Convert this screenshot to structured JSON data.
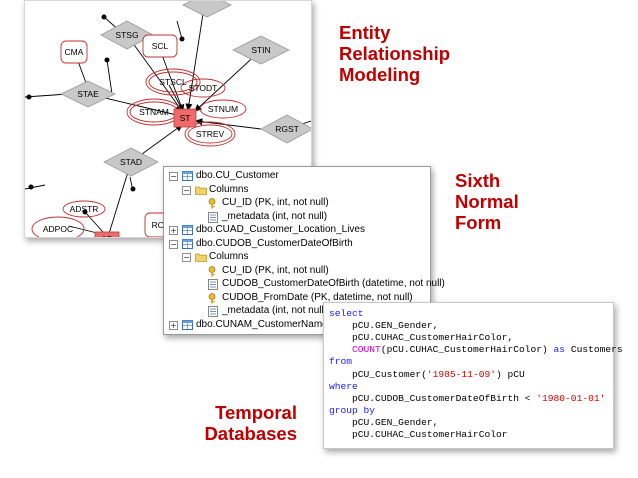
{
  "headings": {
    "er": [
      "Entity",
      "Relationship",
      "Modeling"
    ],
    "snf": [
      "Sixth",
      "Normal",
      "Form"
    ],
    "temporal": [
      "Temporal",
      "Databases"
    ]
  },
  "er_diagram": {
    "nodes": {
      "stsg": "STSG",
      "scl": "SCL",
      "cma": "CMA",
      "stin": "STIN",
      "stscl": "STSCL",
      "stodt": "STODT",
      "stae": "STAE",
      "stnam": "STNAM",
      "st": "ST",
      "stnum": "STNUM",
      "strev": "STREV",
      "rgst": "RGST",
      "stad": "STAD",
      "adstr": "ADSTR",
      "adpoc": "ADPOC",
      "ad": "AD",
      "ro": "RO"
    },
    "colors": {
      "anchor": "#f06a6a",
      "tie": "#c8c8c8",
      "attribute": "#c03030",
      "edge": "#000000"
    }
  },
  "object_tree": {
    "rows": [
      {
        "expander": "⊟",
        "icon": "table-icon",
        "label": "dbo.CU_Customer"
      },
      {
        "expander": "⊟",
        "icon": "folder-icon",
        "label": "Columns"
      },
      {
        "expander": "",
        "icon": "key-icon",
        "label": "CU_ID (PK, int, not null)"
      },
      {
        "expander": "",
        "icon": "column-icon",
        "label": "_metadata (int, not null)"
      },
      {
        "expander": "⊞",
        "icon": "table-icon",
        "label": "dbo.CUAD_Customer_Location_Lives"
      },
      {
        "expander": "⊟",
        "icon": "table-icon",
        "label": "dbo.CUDOB_CustomerDateOfBirth"
      },
      {
        "expander": "⊟",
        "icon": "folder-icon",
        "label": "Columns"
      },
      {
        "expander": "",
        "icon": "key-icon",
        "label": "CU_ID (PK, int, not null)"
      },
      {
        "expander": "",
        "icon": "column-icon",
        "label": "CUDOB_CustomerDateOfBirth (datetime, not null)"
      },
      {
        "expander": "",
        "icon": "key-icon",
        "label": "CUDOB_FromDate (PK, datetime, not null)"
      },
      {
        "expander": "",
        "icon": "column-icon",
        "label": "_metadata (int, not null)"
      },
      {
        "expander": "⊞",
        "icon": "table-icon",
        "label": "dbo.CUNAM_CustomerName"
      }
    ]
  },
  "sql_query": {
    "lines": [
      {
        "indent": "",
        "parts": [
          {
            "t": "kw",
            "s": "select"
          }
        ]
      },
      {
        "indent": "    ",
        "parts": [
          {
            "t": "plain",
            "s": "pCU.GEN_Gender,"
          }
        ]
      },
      {
        "indent": "    ",
        "parts": [
          {
            "t": "plain",
            "s": "pCU.CUHAC_CustomerHairColor,"
          }
        ]
      },
      {
        "indent": "    ",
        "parts": [
          {
            "t": "fn",
            "s": "COUNT"
          },
          {
            "t": "plain",
            "s": "(pCU.CUHAC_CustomerHairColor) "
          },
          {
            "t": "kw",
            "s": "as"
          },
          {
            "t": "plain",
            "s": " Customers"
          }
        ]
      },
      {
        "indent": "",
        "parts": [
          {
            "t": "kw",
            "s": "from"
          }
        ]
      },
      {
        "indent": "    ",
        "parts": [
          {
            "t": "plain",
            "s": "pCU_Customer("
          },
          {
            "t": "str",
            "s": "'1985-11-09'"
          },
          {
            "t": "plain",
            "s": ") pCU"
          }
        ]
      },
      {
        "indent": "",
        "parts": [
          {
            "t": "kw",
            "s": "where"
          }
        ]
      },
      {
        "indent": "    ",
        "parts": [
          {
            "t": "plain",
            "s": "pCU.CUDOB_CustomerDateOfBirth < "
          },
          {
            "t": "str",
            "s": "'1980-01-01'"
          }
        ]
      },
      {
        "indent": "",
        "parts": [
          {
            "t": "kw",
            "s": "group by"
          }
        ]
      },
      {
        "indent": "    ",
        "parts": [
          {
            "t": "plain",
            "s": "pCU.GEN_Gender,"
          }
        ]
      },
      {
        "indent": "    ",
        "parts": [
          {
            "t": "plain",
            "s": "pCU.CUHAC_CustomerHairColor"
          }
        ]
      }
    ]
  }
}
